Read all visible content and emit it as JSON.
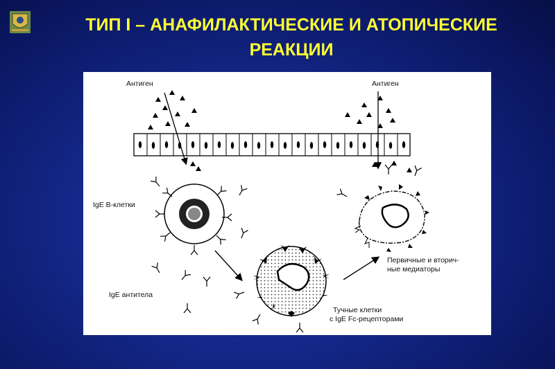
{
  "slide": {
    "title_line1": "ТИП I – АНАФИЛАКТИЧЕСКИЕ И АТОПИЧЕСКИЕ",
    "title_line2": "РЕАКЦИИ"
  },
  "diagram": {
    "antigen_left": "Антиген",
    "antigen_right": "Антиген",
    "ige_b_cells": "IgE B-клетки",
    "ige_antibodies": "IgE антитела",
    "mast_cells_line1": "Тучные клетки",
    "mast_cells_line2": "с IgE Fc-рецепторами",
    "mediators_line1": "Первичные и вторич-",
    "mediators_line2": "ные медиаторы"
  },
  "colors": {
    "title": "#ffff33",
    "panel": "#ffffff"
  }
}
